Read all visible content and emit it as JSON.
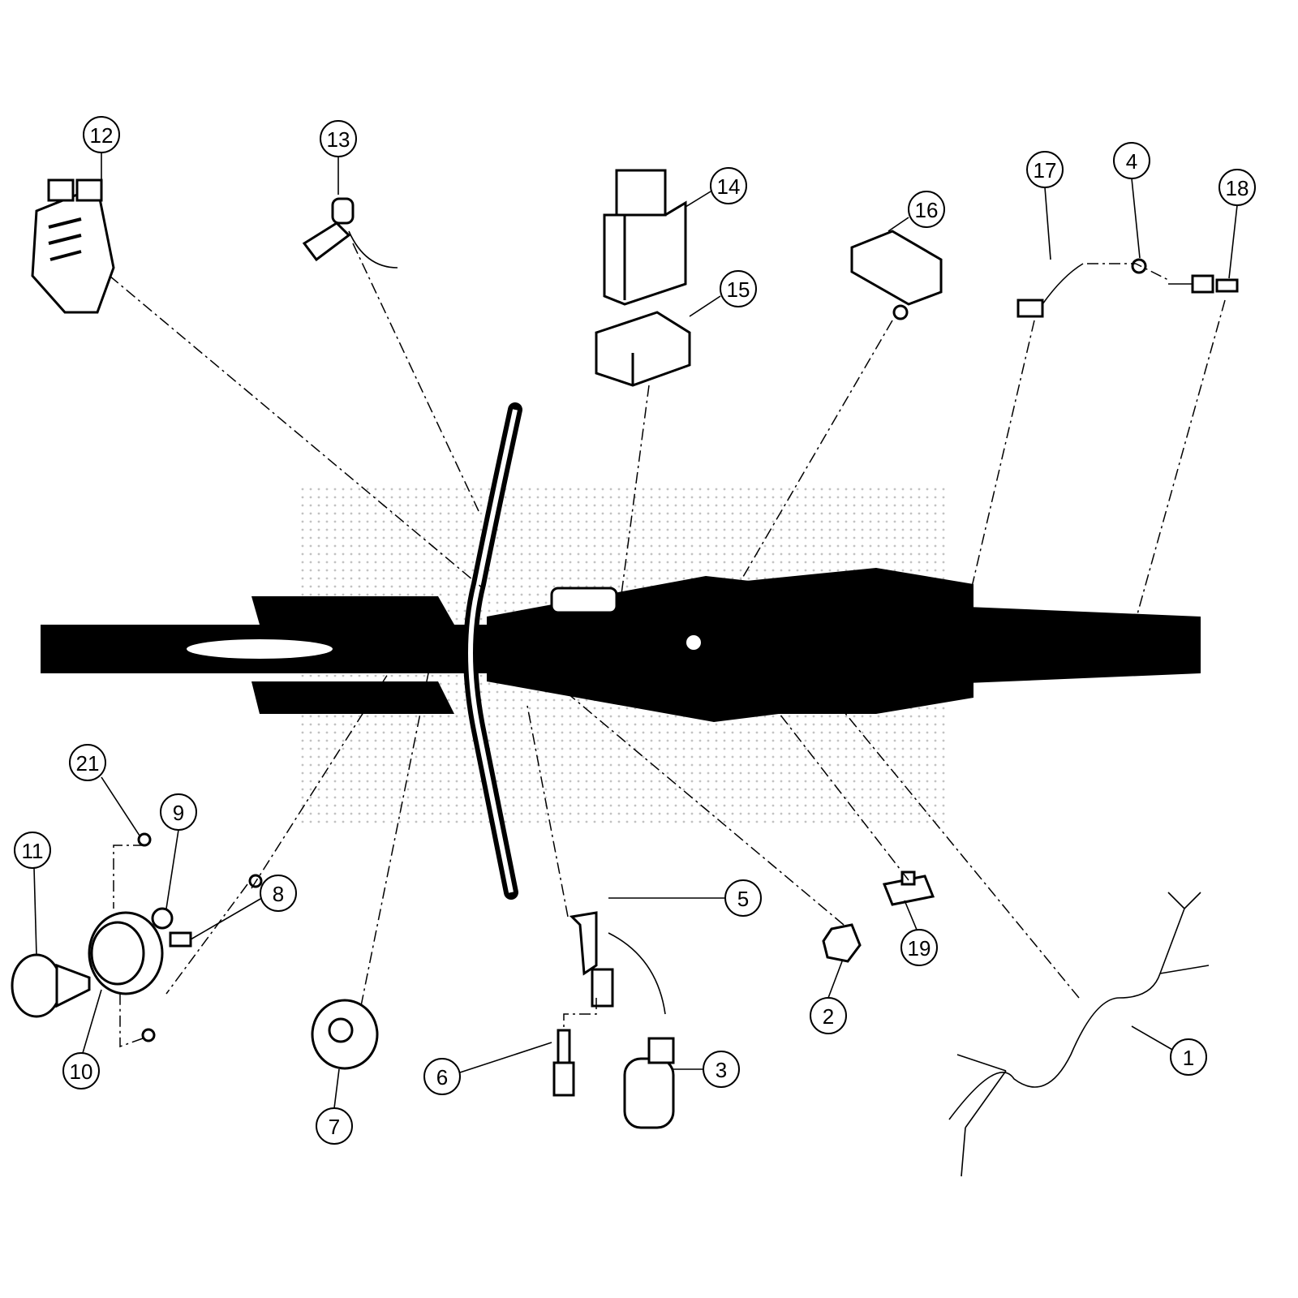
{
  "diagram": {
    "type": "exploded parts diagram",
    "callouts": {
      "c1": "1",
      "c2": "2",
      "c3": "3",
      "c4": "4",
      "c5": "5",
      "c6": "6",
      "c7": "7",
      "c8": "8",
      "c9": "9",
      "c10": "10",
      "c11": "11",
      "c12": "12",
      "c13": "13",
      "c14": "14",
      "c15": "15",
      "c16": "16",
      "c17": "17",
      "c18": "18",
      "c19": "19",
      "c21": "21"
    }
  }
}
